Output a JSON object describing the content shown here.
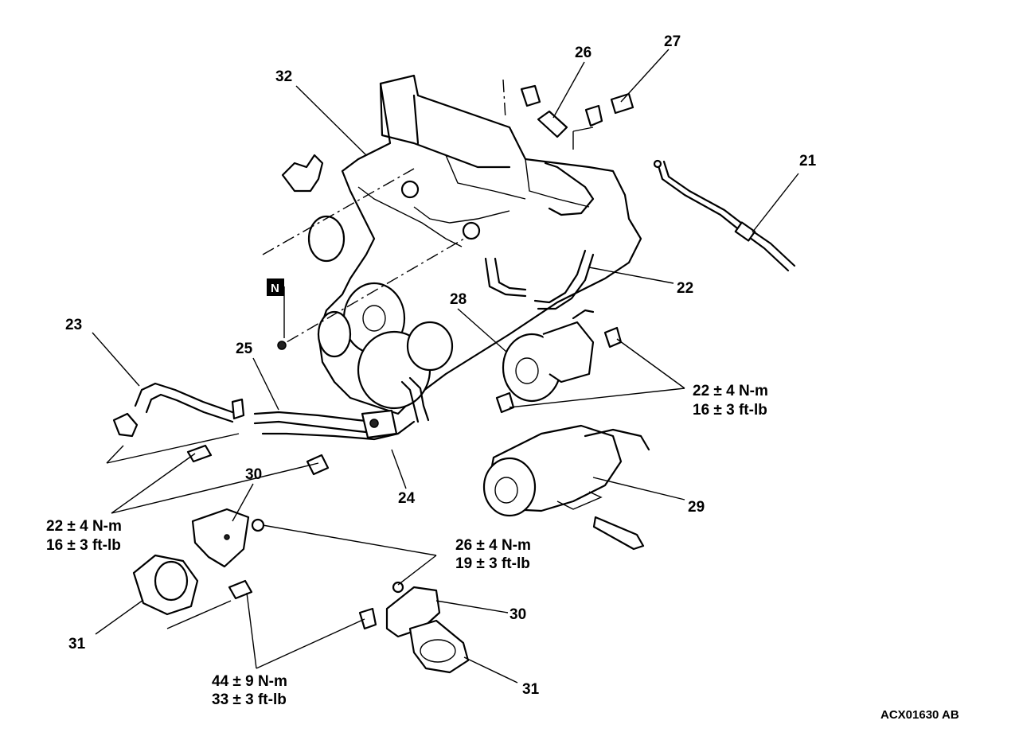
{
  "callouts": {
    "c21": "21",
    "c22": "22",
    "c23": "23",
    "c24": "24",
    "c25": "25",
    "c26": "26",
    "c27": "27",
    "c28": "28",
    "c29": "29",
    "c30a": "30",
    "c30b": "30",
    "c31a": "31",
    "c31b": "31",
    "c32": "32"
  },
  "marker": "N",
  "torques": {
    "pump_nm": "22 ± 4 N-m",
    "pump_ftlb": "16 ± 3 ft-lb",
    "fitting_nm": "22 ± 4 N-m",
    "fitting_ftlb": "16 ± 3 ft-lb",
    "bracket_nm": "26 ± 4 N-m",
    "bracket_ftlb": "19 ± 3 ft-lb",
    "mount_nm": "44 ± 9 N-m",
    "mount_ftlb": "33 ± 3 ft-lb"
  },
  "figure_code": "ACX01630 AB"
}
